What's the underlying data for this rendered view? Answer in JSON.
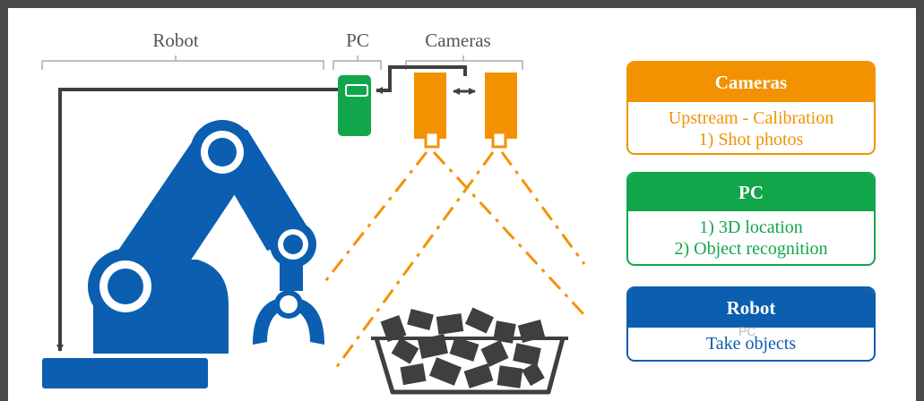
{
  "labels": {
    "robot": "Robot",
    "pc": "PC",
    "cameras": "Cameras"
  },
  "panels": {
    "cameras": {
      "title": "Cameras",
      "lines": [
        "Upstream - Calibration",
        "1) Shot photos"
      ]
    },
    "pc": {
      "title": "PC",
      "lines": [
        "1) 3D location",
        "2) Object recognition"
      ]
    },
    "robot": {
      "title": "Robot",
      "lines": [
        "Take objects"
      ]
    }
  },
  "ghost_text": "PC",
  "colors": {
    "frame": "#4a4a4a",
    "orange": "#f39200",
    "green": "#12a64b",
    "blue": "#0b5eb0",
    "connector": "#3f3f3f",
    "objects": "#3f3f3f"
  }
}
